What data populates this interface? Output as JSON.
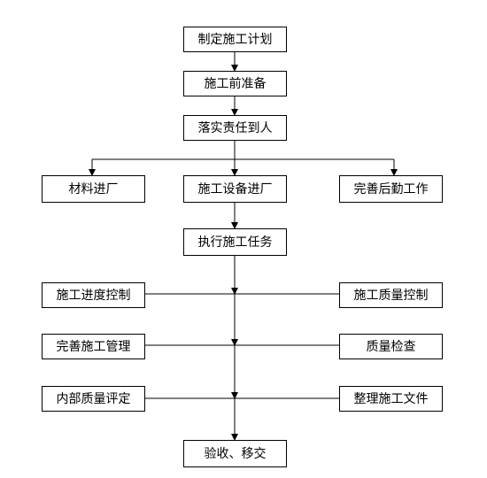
{
  "flowchart": {
    "nodes": {
      "plan": "制定施工计划",
      "prep": "施工前准备",
      "resp": "落实责任到人",
      "materials": "材料进厂",
      "equipment": "施工设备进厂",
      "logistics": "完善后勤工作",
      "execute": "执行施工任务",
      "progress": "施工进度控制",
      "quality_control": "施工质量控制",
      "management": "完善施工管理",
      "inspection": "质量检查",
      "evaluation": "内部质量评定",
      "documents": "整理施工文件",
      "acceptance": "验收、移交"
    },
    "colors": {
      "line": "#000000",
      "box_border": "#000000",
      "background": "#ffffff"
    }
  }
}
